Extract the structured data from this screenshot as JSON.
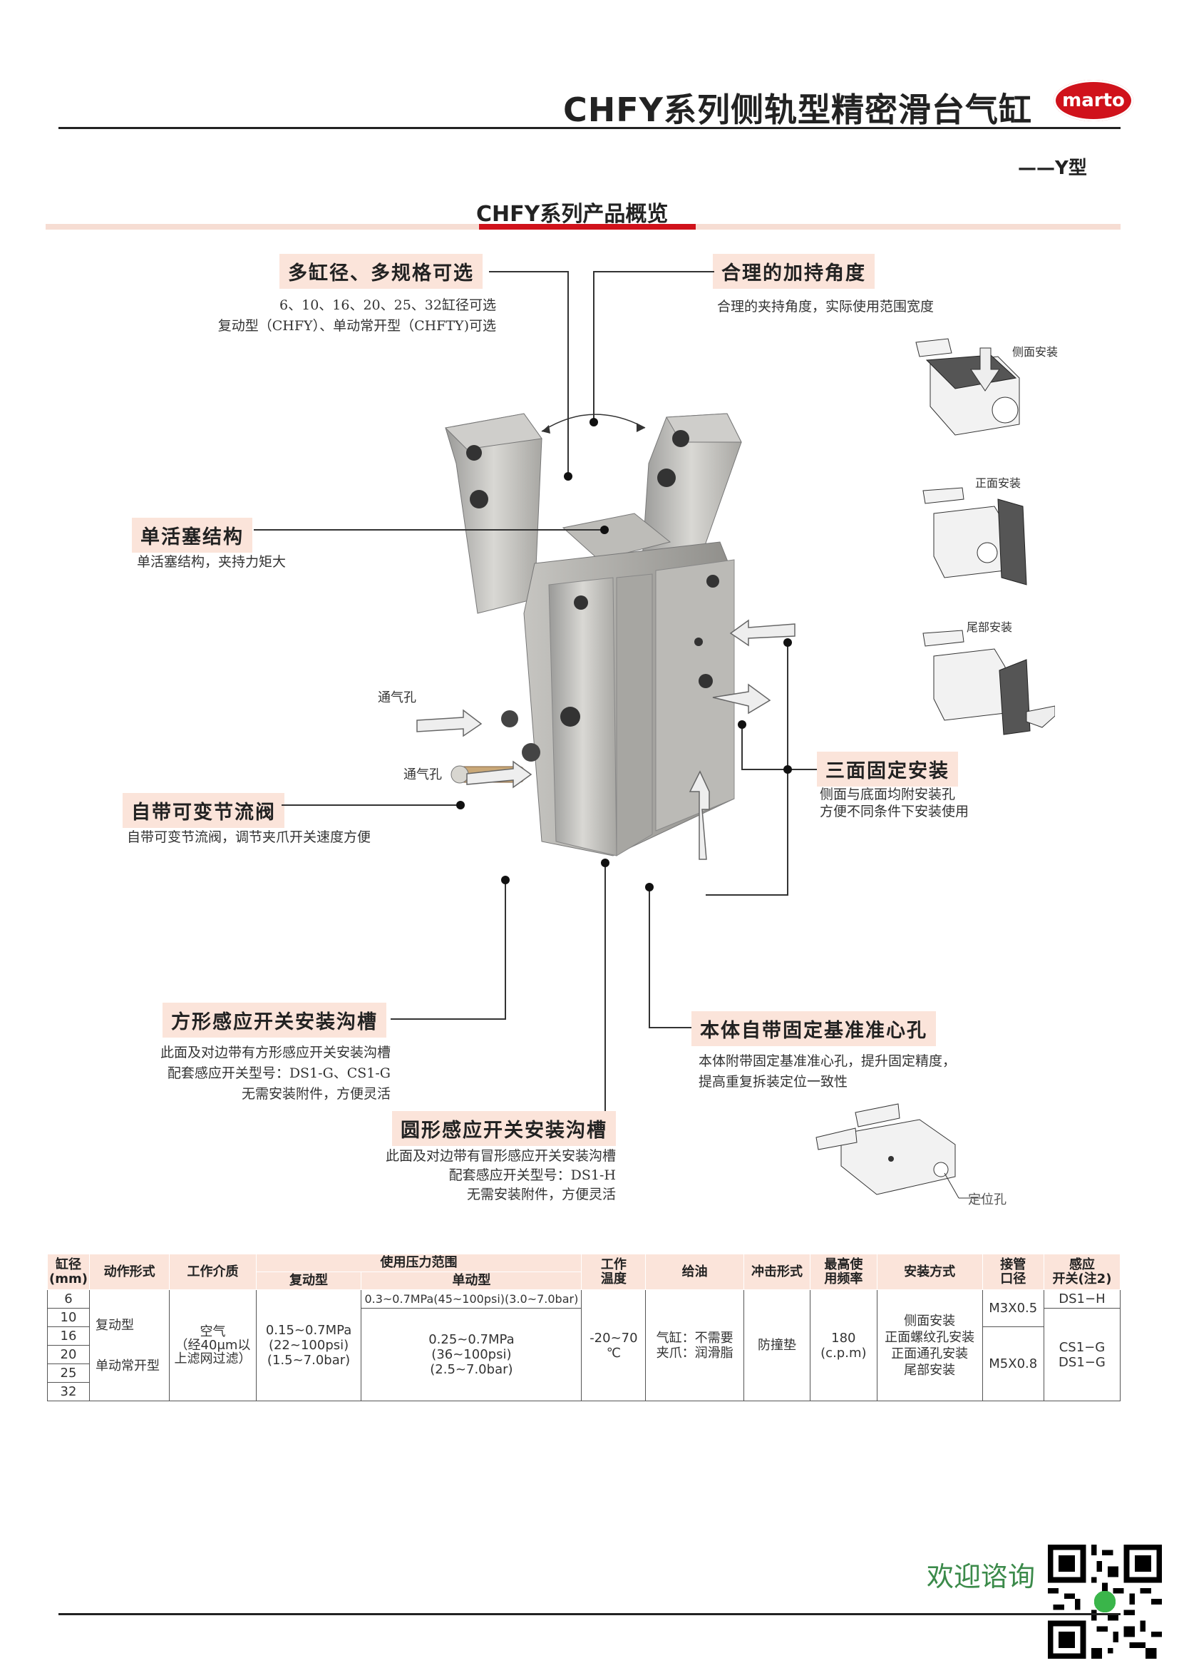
{
  "header": {
    "title": "CHFY系列侧轨型精密滑台气缸",
    "logo_text": "marto",
    "subtitle": "——Y型"
  },
  "section": {
    "title": "CHFY系列产品概览"
  },
  "features": {
    "multi_bore": {
      "title": "多缸径、多规格可选",
      "lines": [
        "6、10、16、20、25、32缸径可选",
        "复动型（CHFY）、单动常开型（CHFTY)可选"
      ]
    },
    "angle": {
      "title": "合理的加持角度",
      "lines": [
        "合理的夹持角度，实际使用范围宽度"
      ]
    },
    "piston": {
      "title": "单活塞结构",
      "lines": [
        "单活塞结构，夹持力矩大"
      ]
    },
    "valve": {
      "title": "自带可变节流阀",
      "lines": [
        "自带可变节流阀，调节夹爪开关速度方便"
      ]
    },
    "mount": {
      "title": "三面固定安装",
      "lines": [
        "侧面与底面均附安装孔",
        "方便不同条件下安装使用"
      ]
    },
    "square_groove": {
      "title": "方形感应开关安装沟槽",
      "lines": [
        "此面及对边带有方形感应开关安装沟槽",
        "配套感应开关型号：DS1-G、CS1-G",
        "无需安装附件，方便灵活"
      ]
    },
    "datum_hole": {
      "title": "本体自带固定基准准心孔",
      "lines": [
        "本体附带固定基准准心孔，提升固定精度，",
        "提高重复拆装定位一致性"
      ]
    },
    "round_groove": {
      "title": "圆形感应开关安装沟槽",
      "lines": [
        "此面及对边带有冒形感应开关安装沟槽",
        "配套感应开关型号：DS1-H",
        "无需安装附件，方便灵活"
      ]
    }
  },
  "labels": {
    "port1": "通气孔",
    "port2": "通气孔",
    "side_mount": "侧面安装",
    "front_mount": "正面安装",
    "rear_mount": "尾部安装",
    "locating_hole": "定位孔"
  },
  "table": {
    "headers": {
      "bore": "缸径\n(mm)",
      "action": "动作形式",
      "medium": "工作介质",
      "pressure": "使用压力范围",
      "pressure_double": "复动型",
      "pressure_single": "单动型",
      "temp": "工作\n温度",
      "lube": "给油",
      "cushion": "冲击形式",
      "freq": "最高使\n用频率",
      "mounting": "安装方式",
      "port": "接管\n口径",
      "sensor": "感应\n开关(注2)"
    },
    "bores": [
      "6",
      "10",
      "16",
      "20",
      "25",
      "32"
    ],
    "action": [
      "复动型",
      "单动常开型"
    ],
    "medium": [
      "空气",
      "（经40μm以",
      "上滤网过滤）"
    ],
    "pressure_double": [
      "0.15~0.7MPa",
      "(22~100psi)",
      "(1.5~7.0bar)"
    ],
    "pressure_single_6": "0.3~0.7MPa(45~100psi)(3.0~7.0bar)",
    "pressure_single_rest": [
      "0.25~0.7MPa",
      "(36~100psi)",
      "(2.5~7.0bar)"
    ],
    "temp": [
      "-20~70",
      "℃"
    ],
    "lube": [
      "气缸：不需要",
      "夹爪：润滑脂"
    ],
    "cushion": "防撞垫",
    "freq": [
      "180",
      "(c.p.m)"
    ],
    "mounting": [
      "侧面安装",
      "正面螺纹孔安装",
      "正面通孔安装",
      "尾部安装"
    ],
    "port_small": "M3X0.5",
    "port_large": "M5X0.8",
    "sensor_small": "DS1−H",
    "sensor_large": [
      "CS1−G",
      "DS1−G"
    ]
  },
  "footer": {
    "welcome": "欢迎谘询"
  }
}
